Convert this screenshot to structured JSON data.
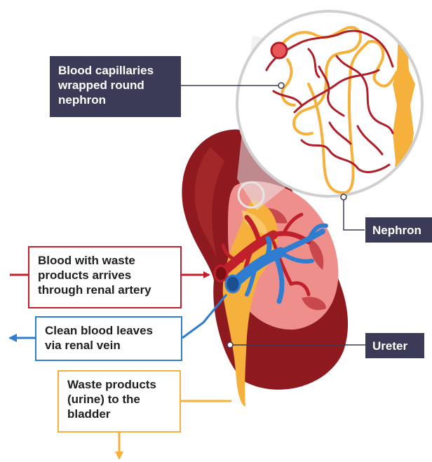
{
  "labels": {
    "capillaries": [
      "Blood capillaries",
      "wrapped round",
      "nephron"
    ],
    "nephron": "Nephron",
    "artery": [
      "Blood with waste",
      "products arrives",
      "through renal artery"
    ],
    "vein": [
      "Clean blood leaves",
      "via renal vein"
    ],
    "ureter": "Ureter",
    "urine": [
      "Waste products",
      "(urine) to the",
      "bladder"
    ]
  },
  "colors": {
    "label_dark": "#3b3b57",
    "artery": "#c0202c",
    "vein": "#2f7dd1",
    "urine": "#f6b13c",
    "kidney_dark": "#8e1a1f",
    "kidney_light": "#ef8f8c"
  }
}
